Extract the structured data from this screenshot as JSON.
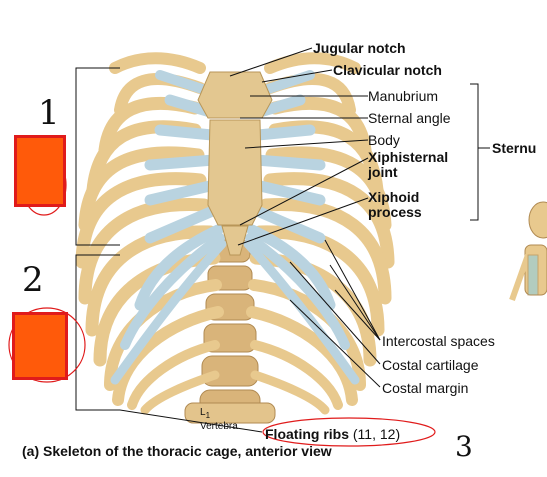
{
  "labels": {
    "jugular_notch": "Jugular notch",
    "clavicular_notch": "Clavicular notch",
    "manubrium": "Manubrium",
    "sternal_angle": "Sternal angle",
    "body": "Body",
    "xiphisternal_joint_1": "Xiphisternal",
    "xiphisternal_joint_2": "joint",
    "xiphoid_process_1": "Xiphoid",
    "xiphoid_process_2": "process",
    "sternum": "Sternu",
    "intercostal_spaces": "Intercostal spaces",
    "costal_cartilage": "Costal cartilage",
    "costal_margin": "Costal margin",
    "vertebra_num": "L",
    "vertebra_sub": "1",
    "vertebra": "Vertebra",
    "floating_ribs_bold": "Floating ribs",
    "floating_ribs_range": "(11, 12)"
  },
  "caption": "(a) Skeleton of the thoracic cage, anterior view",
  "annotations": {
    "mark_1": "1",
    "mark_2": "2",
    "mark_3": "3"
  },
  "colors": {
    "bone": "#e8c98e",
    "cartilage": "#b9d3e0",
    "annotation_red": "#e01b1b",
    "box_fill": "#ff5a0a"
  }
}
